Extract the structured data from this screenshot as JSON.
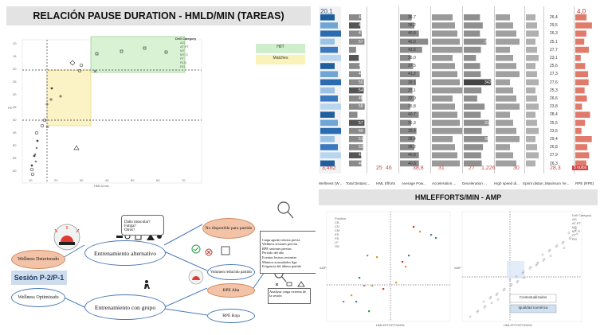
{
  "scatter_panel": {
    "title": "RELACIÓN PAUSE DURATION - HMLD/MIN (TAREAS)",
    "xlabel": "HMLD/min",
    "ylabel": "PD",
    "x_ticks": [
      "10",
      "20",
      "30",
      "40",
      "50",
      "60",
      "70"
    ],
    "y_ticks": [
      "10",
      "15",
      "20",
      "25",
      "30",
      "35",
      "40",
      "45",
      "50",
      "55",
      "60"
    ],
    "legend_title": "Drill Category",
    "legend_items": [
      "AG",
      "AT-PT",
      "MT",
      "MT-G",
      "PT",
      "RLN",
      "RG"
    ],
    "boxes": [
      {
        "label": "HIIT",
        "color": "#cfeecb"
      },
      {
        "label": "Matches",
        "color": "#fbf2b8"
      }
    ]
  },
  "table_panel": {
    "columns": [
      "Wellness (W...",
      "Total Distanc...",
      "HML Efforts",
      "Average Pow...",
      "Acceleration ...",
      "Deceleration ...",
      "High speed di...",
      "Sprint distan...",
      "Maximum Ve...",
      "RPE (RPE)"
    ],
    "wellness_top": "20,1",
    "rpe_top": "4,0",
    "total_distance": [
      "45",
      "42",
      "47",
      "57",
      "26",
      "36",
      "40",
      "44",
      "55",
      "54",
      "48",
      "58",
      "31",
      "57",
      "60",
      "51",
      "52",
      "45",
      "46"
    ],
    "avg_power": [
      "36,7",
      "38,2",
      "40,8",
      "46,0",
      "42,6",
      "36,0",
      "37,5",
      "41,2",
      "39,1",
      "37,1",
      "37,9",
      "35,8",
      "40,7",
      "36,3",
      "39,4",
      "38,4",
      "38,2",
      "40,8",
      "40,8"
    ],
    "deceleration": [
      "203",
      "238",
      "203",
      "284",
      "216",
      "153",
      "205",
      "214",
      "342",
      "222",
      "169",
      "262",
      "213",
      "316",
      "226",
      "300",
      "241",
      "219",
      "226"
    ],
    "max_velocity": [
      "26,4",
      "29,5",
      "26,3",
      "25,1",
      "27,7",
      "23,1",
      "25,6",
      "27,3",
      "27,6",
      "25,3",
      "26,6",
      "23,8",
      "28,4",
      "25,5",
      "23,5",
      "29,4",
      "26,8",
      "27,9",
      "26,3"
    ],
    "footer": {
      "wellness": "3,462",
      "total_a": "25",
      "total_b": "46",
      "avg_power": "38,8",
      "acceleration": "31",
      "deceleration": "27",
      "high_speed": "1,226",
      "sprint": "30",
      "max_velocity": "28,3",
      "rpe": "5 nulos"
    }
  },
  "hml_panel": {
    "title": "HMLEFFORTS/MIN - AMP",
    "left_xlabel": "HMLEFFORTS/MIN",
    "left_ylabel": "AMP",
    "right_xlabel": "HMLEFFORTS/MIN",
    "right_ylabel": "AMP",
    "left_legend_title": "Position",
    "left_legend_items": [
      "CB",
      "CD",
      "CM",
      "ED",
      "FB",
      "LF",
      "OD"
    ],
    "right_legend_title": "Drill Category",
    "right_legend_items": [
      "AG",
      "AT-PT",
      "MT",
      "MT-G",
      "PT",
      "RG"
    ],
    "right_boxes": [
      "Contextualizados",
      "Igualdad numérica"
    ]
  },
  "flow_panel": {
    "session_label": "Sesión P-2/P-1",
    "wellness_bad": "Wellness Deteriorado",
    "wellness_good": "Wellness Optimizado",
    "questions": "Daño muscular?\nFatiga?\nOtros?",
    "alt_training": "Entrenamiento alternativo",
    "group_training": "Entrenamiento con grupo",
    "not_available": "No disponible para partido",
    "reduced_volume": "Volumen reducido partido",
    "rpe_high": "RPE Alta",
    "rpe_low": "RPE Baja",
    "notes_box": "Carga aguda-crónica previa\nWellness sesiones previas\nRPE sesiones previas\nPeríodo del año\nEventos lesivos recientes\nMinutos acumulados liga\nExigencia del último partido",
    "analyze_box": "Analizar carga externa de la sesión"
  }
}
